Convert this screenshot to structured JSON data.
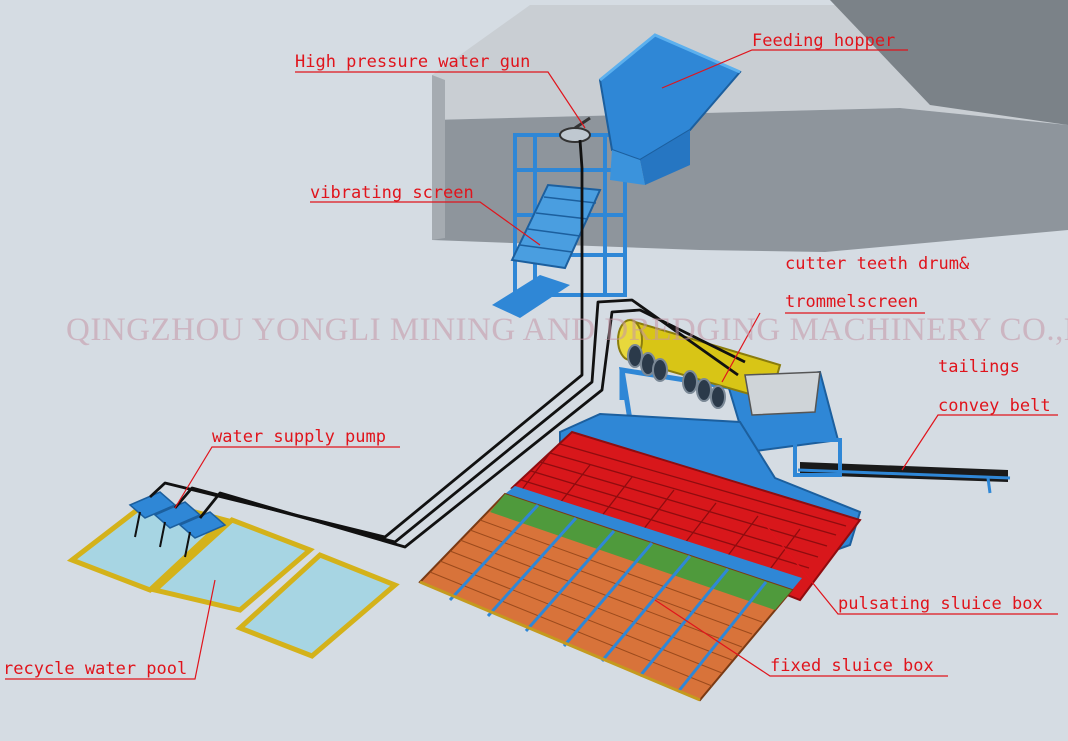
{
  "watermark": "QINGZHOU YONGLI MINING AND DREDGING MACHINERY CO.,LTD",
  "labels": {
    "feeding_hopper": "Feeding hopper",
    "water_gun": "High pressure water gun",
    "vibrating_screen": "vibrating screen",
    "cutter_drum_line1": "cutter teeth drum&",
    "cutter_drum_line2": "trommelscreen",
    "tailings": "tailings",
    "convey_belt": "convey belt",
    "water_pump": "water supply pump",
    "pulsating_sluice": "pulsating sluice box",
    "fixed_sluice": "fixed sluice box",
    "recycle_pool": "recycle water pool"
  },
  "colors": {
    "background": "#d5dce3",
    "hillside": "#8e959c",
    "equipment_blue": "#2f87d6",
    "trommel_yellow": "#d8c516",
    "pulsating_red": "#d8171b",
    "fixed_orange": "#d8733a",
    "green_strip": "#4f9a3c",
    "pool_water": "#a7d5e3",
    "pool_rim": "#d4b21a",
    "pipe": "#111111",
    "label_red": "#e0141c"
  }
}
